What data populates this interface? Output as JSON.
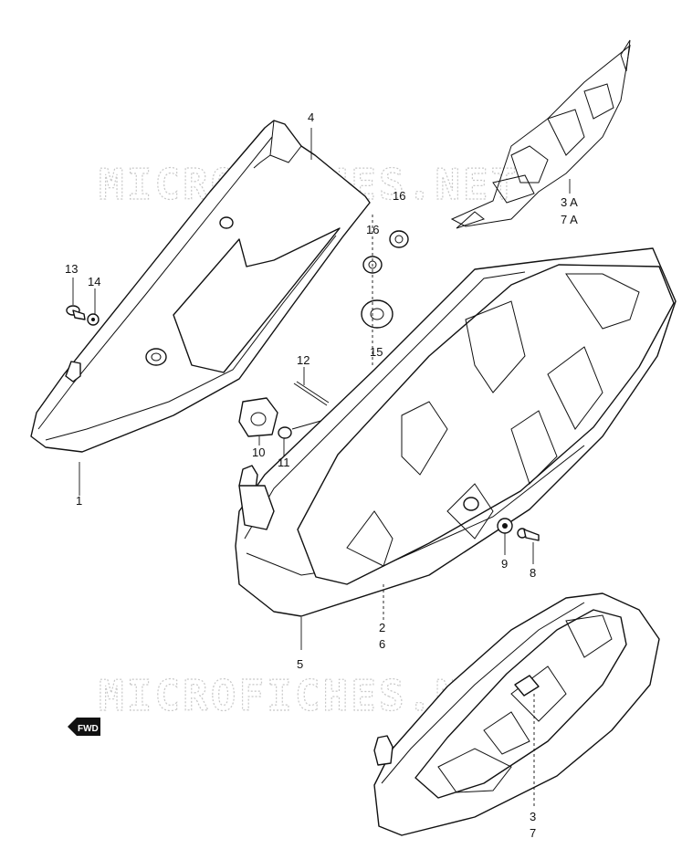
{
  "watermark": {
    "text": "MICROFICHES.NET"
  },
  "fwd_badge": {
    "text": "FWD"
  },
  "callouts": [
    {
      "id": "c1",
      "text": "1"
    },
    {
      "id": "c26a",
      "text": "2"
    },
    {
      "id": "c26b",
      "text": "6"
    },
    {
      "id": "c37a",
      "text": "3"
    },
    {
      "id": "c37b",
      "text": "7"
    },
    {
      "id": "c3a",
      "text": "3 A"
    },
    {
      "id": "c7a",
      "text": "7 A"
    },
    {
      "id": "c4",
      "text": "4"
    },
    {
      "id": "c5",
      "text": "5"
    },
    {
      "id": "c8",
      "text": "8"
    },
    {
      "id": "c9",
      "text": "9"
    },
    {
      "id": "c10",
      "text": "10"
    },
    {
      "id": "c11",
      "text": "11"
    },
    {
      "id": "c12",
      "text": "12"
    },
    {
      "id": "c13",
      "text": "13"
    },
    {
      "id": "c14",
      "text": "14"
    },
    {
      "id": "c15",
      "text": "15"
    },
    {
      "id": "c16a",
      "text": "16"
    },
    {
      "id": "c16b",
      "text": "16"
    }
  ]
}
